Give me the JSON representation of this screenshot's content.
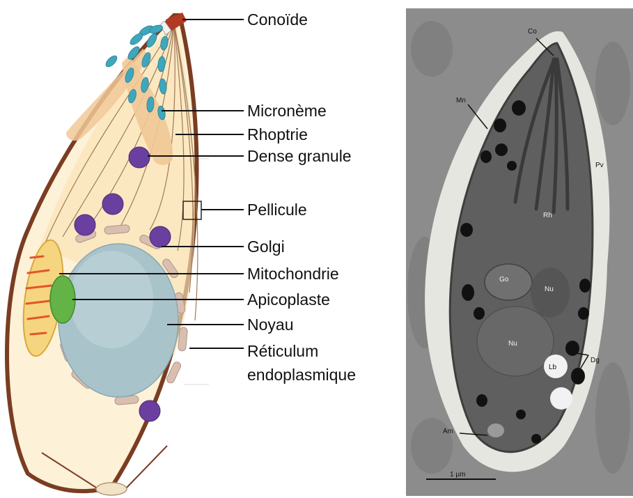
{
  "schematic": {
    "labels": [
      {
        "key": "conoid",
        "text": "Conoïde"
      },
      {
        "key": "microneme",
        "text": "Micronème"
      },
      {
        "key": "rhoptry",
        "text": "Rhoptrie"
      },
      {
        "key": "dense_granule",
        "text": "Dense granule"
      },
      {
        "key": "pellicle",
        "text": "Pellicule"
      },
      {
        "key": "golgi",
        "text": "Golgi"
      },
      {
        "key": "mitochondrion",
        "text": "Mitochondrie"
      },
      {
        "key": "apicoplast",
        "text": "Apicoplaste"
      },
      {
        "key": "nucleus",
        "text": "Noyau"
      },
      {
        "key": "er_line1",
        "text": "Réticulum"
      },
      {
        "key": "er_line2",
        "text": "endoplasmique"
      }
    ],
    "colors": {
      "membrane": "#7a3d22",
      "cytoplasm": "#fbe9c6",
      "nucleus": "#a9c3cb",
      "rhoptry": "#f1c896",
      "microneme": "#3fa7bc",
      "dense_granule": "#6b3fa0",
      "mitochondrion": "#f5d580",
      "apicoplast": "#63b347",
      "golgi_er": "#d8bfb0"
    }
  },
  "micrograph": {
    "labels": {
      "co": "Co",
      "mn": "Mn",
      "pv": "Pv",
      "rh": "Rh",
      "go": "Go",
      "nu_top": "Nu",
      "nu_mid": "Nu",
      "lb": "Lb",
      "dg": "Dg",
      "am": "Am"
    },
    "scale_bar": "1 µm"
  }
}
